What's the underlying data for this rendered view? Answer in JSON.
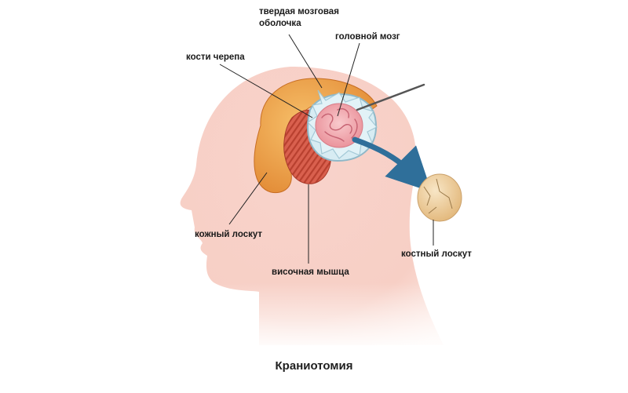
{
  "labels": {
    "dura_mater": "твердая мозговая оболочка",
    "brain": "головной мозг",
    "skull_bones": "кости черепа",
    "skin_flap": "кожный лоскут",
    "temporal_muscle": "височная мышца",
    "bone_flap": "костный лоскут"
  },
  "caption": "Краниотомия",
  "colors": {
    "head": "#f6c9c0",
    "skin_flap": "#f0a447",
    "muscle": "#d8614f",
    "dura": "#cfe7f0",
    "brain": "#f4b2b6",
    "bone": "#f2d6a8",
    "arrow": "#2f6f9a"
  }
}
